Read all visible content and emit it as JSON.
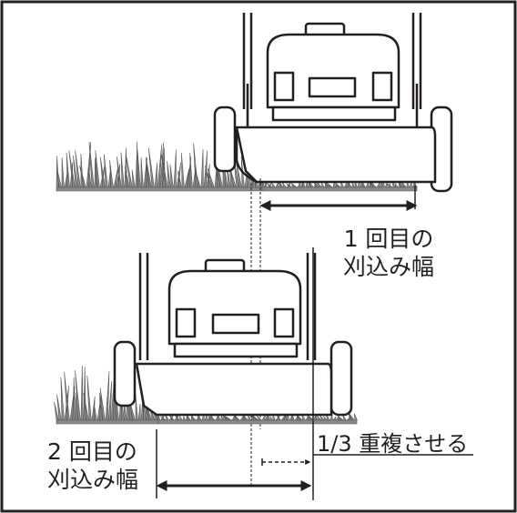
{
  "labels": {
    "first_pass": {
      "num": "1",
      "word": "回目の",
      "line2": "刈込み幅"
    },
    "second_pass": {
      "num": "2",
      "word": "回目の",
      "line2": "刈込み幅"
    },
    "overlap": {
      "fraction": "1/3",
      "text": "重複させる"
    }
  },
  "colors": {
    "ink": "#231f20",
    "grass": "#8a8a8a",
    "background": "#ffffff"
  }
}
